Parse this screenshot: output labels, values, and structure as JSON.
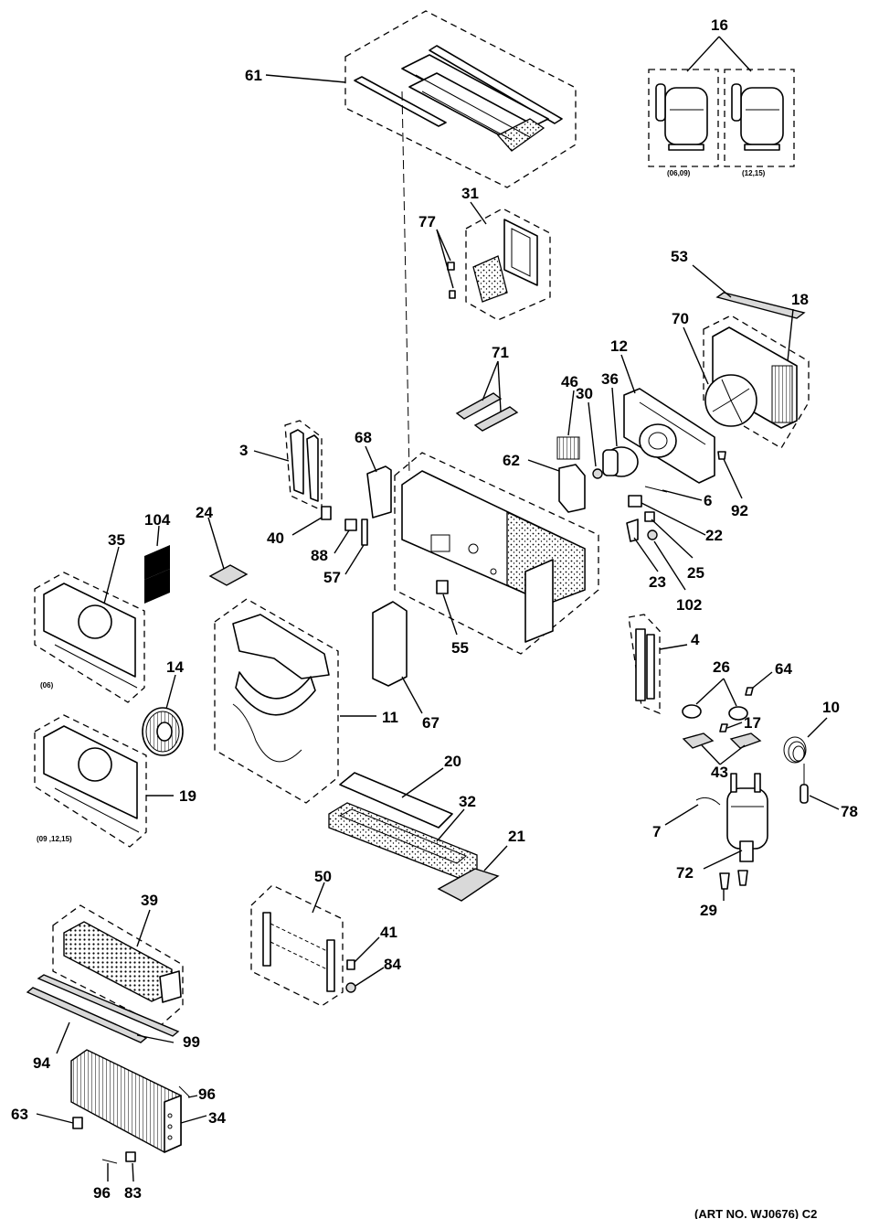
{
  "callouts": {
    "c3": "3",
    "c4": "4",
    "c6": "6",
    "c7": "7",
    "c10": "10",
    "c11": "11",
    "c12": "12",
    "c14": "14",
    "c16": "16",
    "c17": "17",
    "c18": "18",
    "c19": "19",
    "c20": "20",
    "c21": "21",
    "c22": "22",
    "c23": "23",
    "c24": "24",
    "c25": "25",
    "c26": "26",
    "c29": "29",
    "c30": "30",
    "c31": "31",
    "c32": "32",
    "c34": "34",
    "c35": "35",
    "c36": "36",
    "c39": "39",
    "c40": "40",
    "c41": "41",
    "c43": "43",
    "c46": "46",
    "c50": "50",
    "c53": "53",
    "c55": "55",
    "c57": "57",
    "c61": "61",
    "c62": "62",
    "c63": "63",
    "c64": "64",
    "c67": "67",
    "c68": "68",
    "c70": "70",
    "c71": "71",
    "c72": "72",
    "c77": "77",
    "c78": "78",
    "c83": "83",
    "c84": "84",
    "c88": "88",
    "c92": "92",
    "c94": "94",
    "c96a": "96",
    "c96b": "96",
    "c99": "99",
    "c102": "102",
    "c104": "104"
  },
  "notes": {
    "compressor_left": "(06,09)",
    "compressor_right": "(12,15)",
    "scroll_06": "(06)",
    "scroll_091215": "(09 ,12,15)"
  },
  "art_number": "(ART NO. WJ0676) C2"
}
